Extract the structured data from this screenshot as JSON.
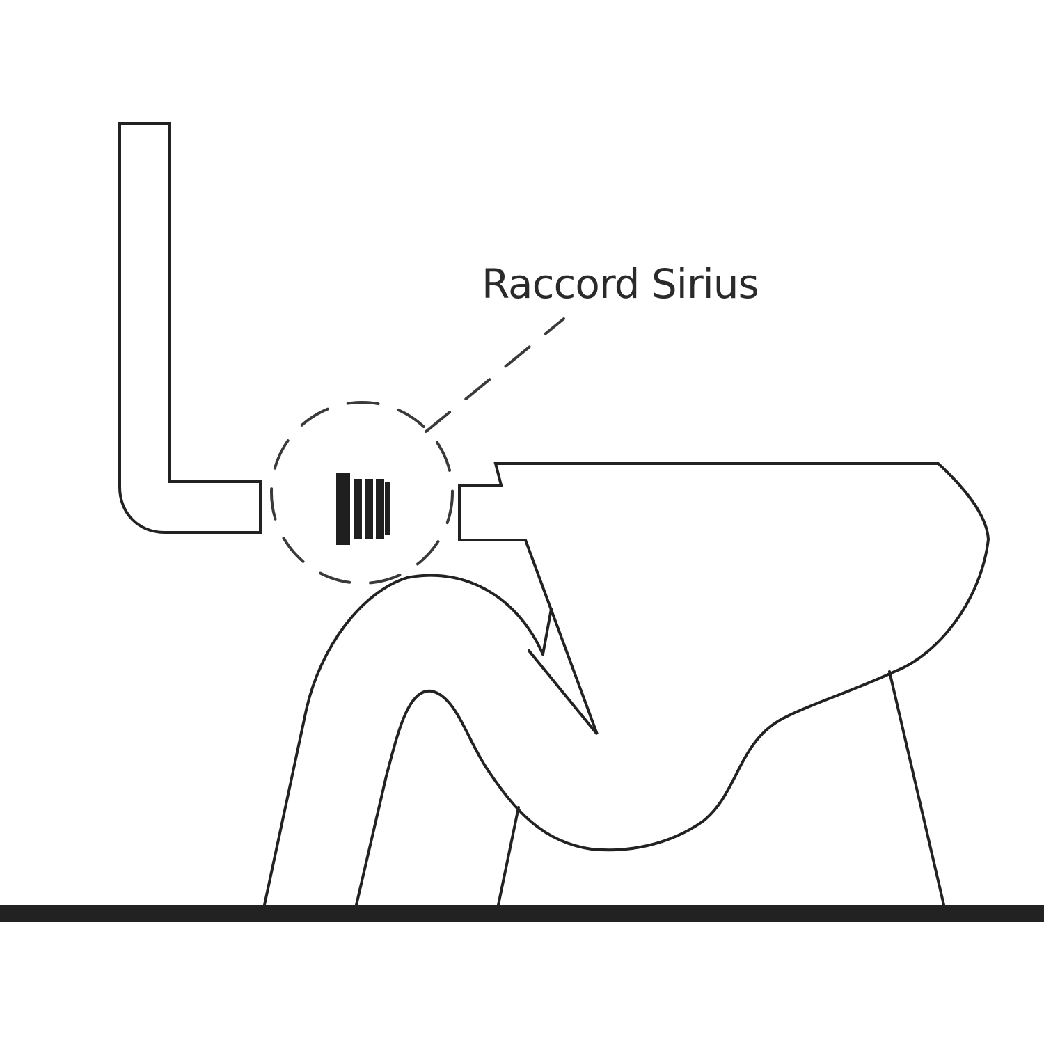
{
  "diagram": {
    "callout_label": "Raccord Sirius",
    "colors": {
      "line": "#222222",
      "floor": "#222222",
      "fitting": "#1f1f1f",
      "background": "#ffffff"
    },
    "parts": {
      "wall_pipe": "l-shaped-flush-pipe",
      "connector": "sirius-connector",
      "toilet": "toilet-bowl-profile",
      "floor": "floor-line",
      "callout": "dashed-callout-circle"
    }
  }
}
